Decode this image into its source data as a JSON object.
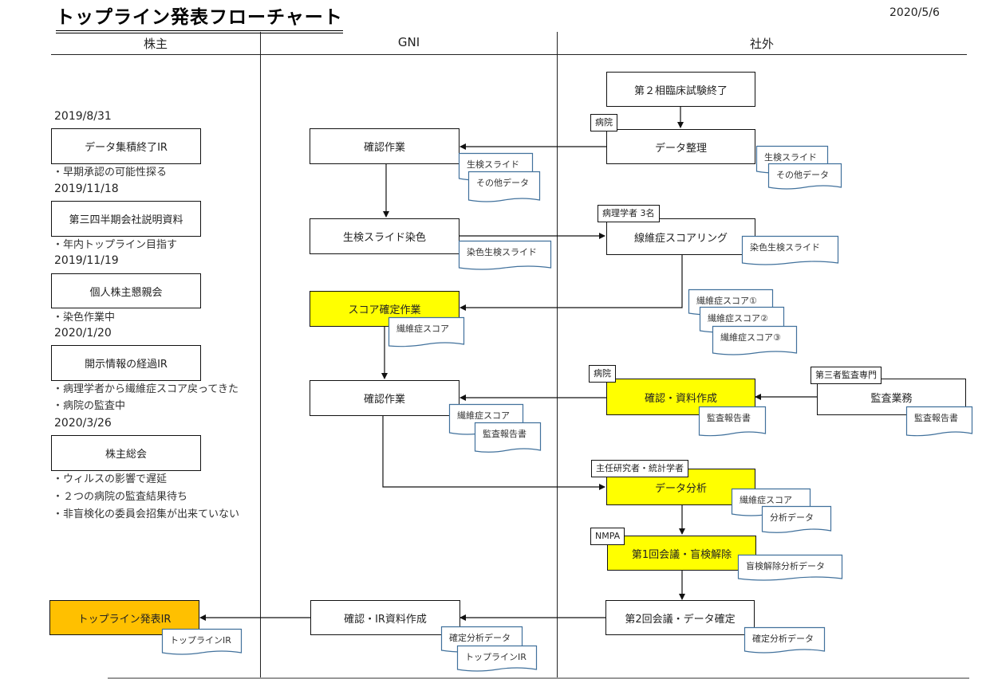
{
  "title": "トップライン発表フローチャート",
  "date": "2020/5/6",
  "lanes": {
    "shareholders": "株主",
    "gni": "GNI",
    "external": "社外"
  },
  "shareholder_events": [
    {
      "date": "2019/8/31",
      "label": "データ集積終了IR",
      "notes": [
        "・早期承認の可能性探る"
      ]
    },
    {
      "date": "2019/11/18",
      "label": "第三四半期会社説明資料",
      "notes": [
        "・年内トップライン目指す"
      ]
    },
    {
      "date": "2019/11/19",
      "label": "個人株主懇親会",
      "notes": [
        "・染色作業中"
      ]
    },
    {
      "date": "2020/1/20",
      "label": "開示情報の経過IR",
      "notes": [
        "・病理学者から繊維症スコア戻ってきた",
        "・病院の監査中"
      ]
    },
    {
      "date": "2020/3/26",
      "label": "株主総会",
      "notes": [
        "・ウィルスの影響で遅延",
        "・２つの病院の監査結果待ち",
        "・非盲検化の委員会招集が出来ていない"
      ]
    }
  ],
  "final": {
    "label": "トップライン発表IR",
    "doc": "トップラインIR"
  },
  "gni_steps": {
    "confirm1": {
      "label": "確認作業",
      "docs": [
        "生検スライド",
        "その他データ"
      ]
    },
    "staining": {
      "label": "生検スライド染色",
      "docs": [
        "染色生検スライド"
      ]
    },
    "score_fix": {
      "label": "スコア確定作業",
      "docs": [
        "繊維症スコア"
      ]
    },
    "confirm2": {
      "label": "確認作業",
      "docs": [
        "繊維症スコア",
        "監査報告書"
      ]
    },
    "ir_prep": {
      "label": "確認・IR資料作成",
      "docs": [
        "確定分析データ",
        "トップラインIR"
      ]
    }
  },
  "external_steps": {
    "phase2_end": {
      "label": "第２相臨床試験終了"
    },
    "data_org": {
      "label": "データ整理",
      "tag": "病院",
      "docs": [
        "生検スライド",
        "その他データ"
      ]
    },
    "scoring": {
      "label": "線維症スコアリング",
      "tag": "病理学者 3名",
      "docs": [
        "染色生検スライド"
      ],
      "outputs": [
        "繊維症スコア①",
        "繊維症スコア②",
        "繊維症スコア③"
      ]
    },
    "hospital_docs": {
      "label": "確認・資料作成",
      "tag": "病院",
      "docs": [
        "監査報告書"
      ]
    },
    "audit": {
      "label": "監査業務",
      "tag": "第三者監査専門",
      "docs": [
        "監査報告書"
      ]
    },
    "analysis": {
      "label": "データ分析",
      "tag": "主任研究者・統計学者",
      "docs": [
        "繊維症スコア",
        "分析データ"
      ]
    },
    "meeting1": {
      "label": "第1回会議・盲検解除",
      "tag": "NMPA",
      "docs": [
        "盲検解除分析データ"
      ]
    },
    "meeting2": {
      "label": "第2回会議・データ確定",
      "docs": [
        "確定分析データ"
      ]
    }
  },
  "colors": {
    "highlight": "#ffff00",
    "final": "#ffc000",
    "doc_border": "#41719c"
  }
}
